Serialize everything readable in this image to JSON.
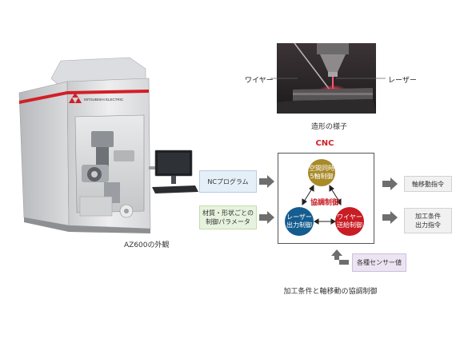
{
  "machine": {
    "brand_text": "MITSUBISHI ELECTRIC",
    "caption": "AZ600の外観"
  },
  "laser_photo": {
    "wire_label": "ワイヤー",
    "laser_label": "レーザー",
    "caption": "造形の様子"
  },
  "diagram": {
    "title": "CNC",
    "nodes": {
      "axes": {
        "line1": "空間同時",
        "line2": "5軸制御"
      },
      "laser": {
        "line1": "レーザー",
        "line2": "出力制御"
      },
      "wire": {
        "line1": "ワイヤー",
        "line2": "送給制御"
      }
    },
    "coop_label": "協調制御",
    "inputs": {
      "nc_program": "NCプログラム",
      "material_line1": "材質・形状ごとの",
      "material_line2": "制御パラメータ",
      "sensor": "各種センサー値"
    },
    "outputs": {
      "axis_command": "軸移動指令",
      "process_line1": "加工条件",
      "process_line2": "出力指令"
    },
    "caption": "加工条件と軸移動の協調制御"
  },
  "colors": {
    "accent_red": "#c81d25",
    "axes_gold": "#a88a29",
    "laser_blue": "#155c8f",
    "arrow_gray": "#6e6e6e"
  }
}
